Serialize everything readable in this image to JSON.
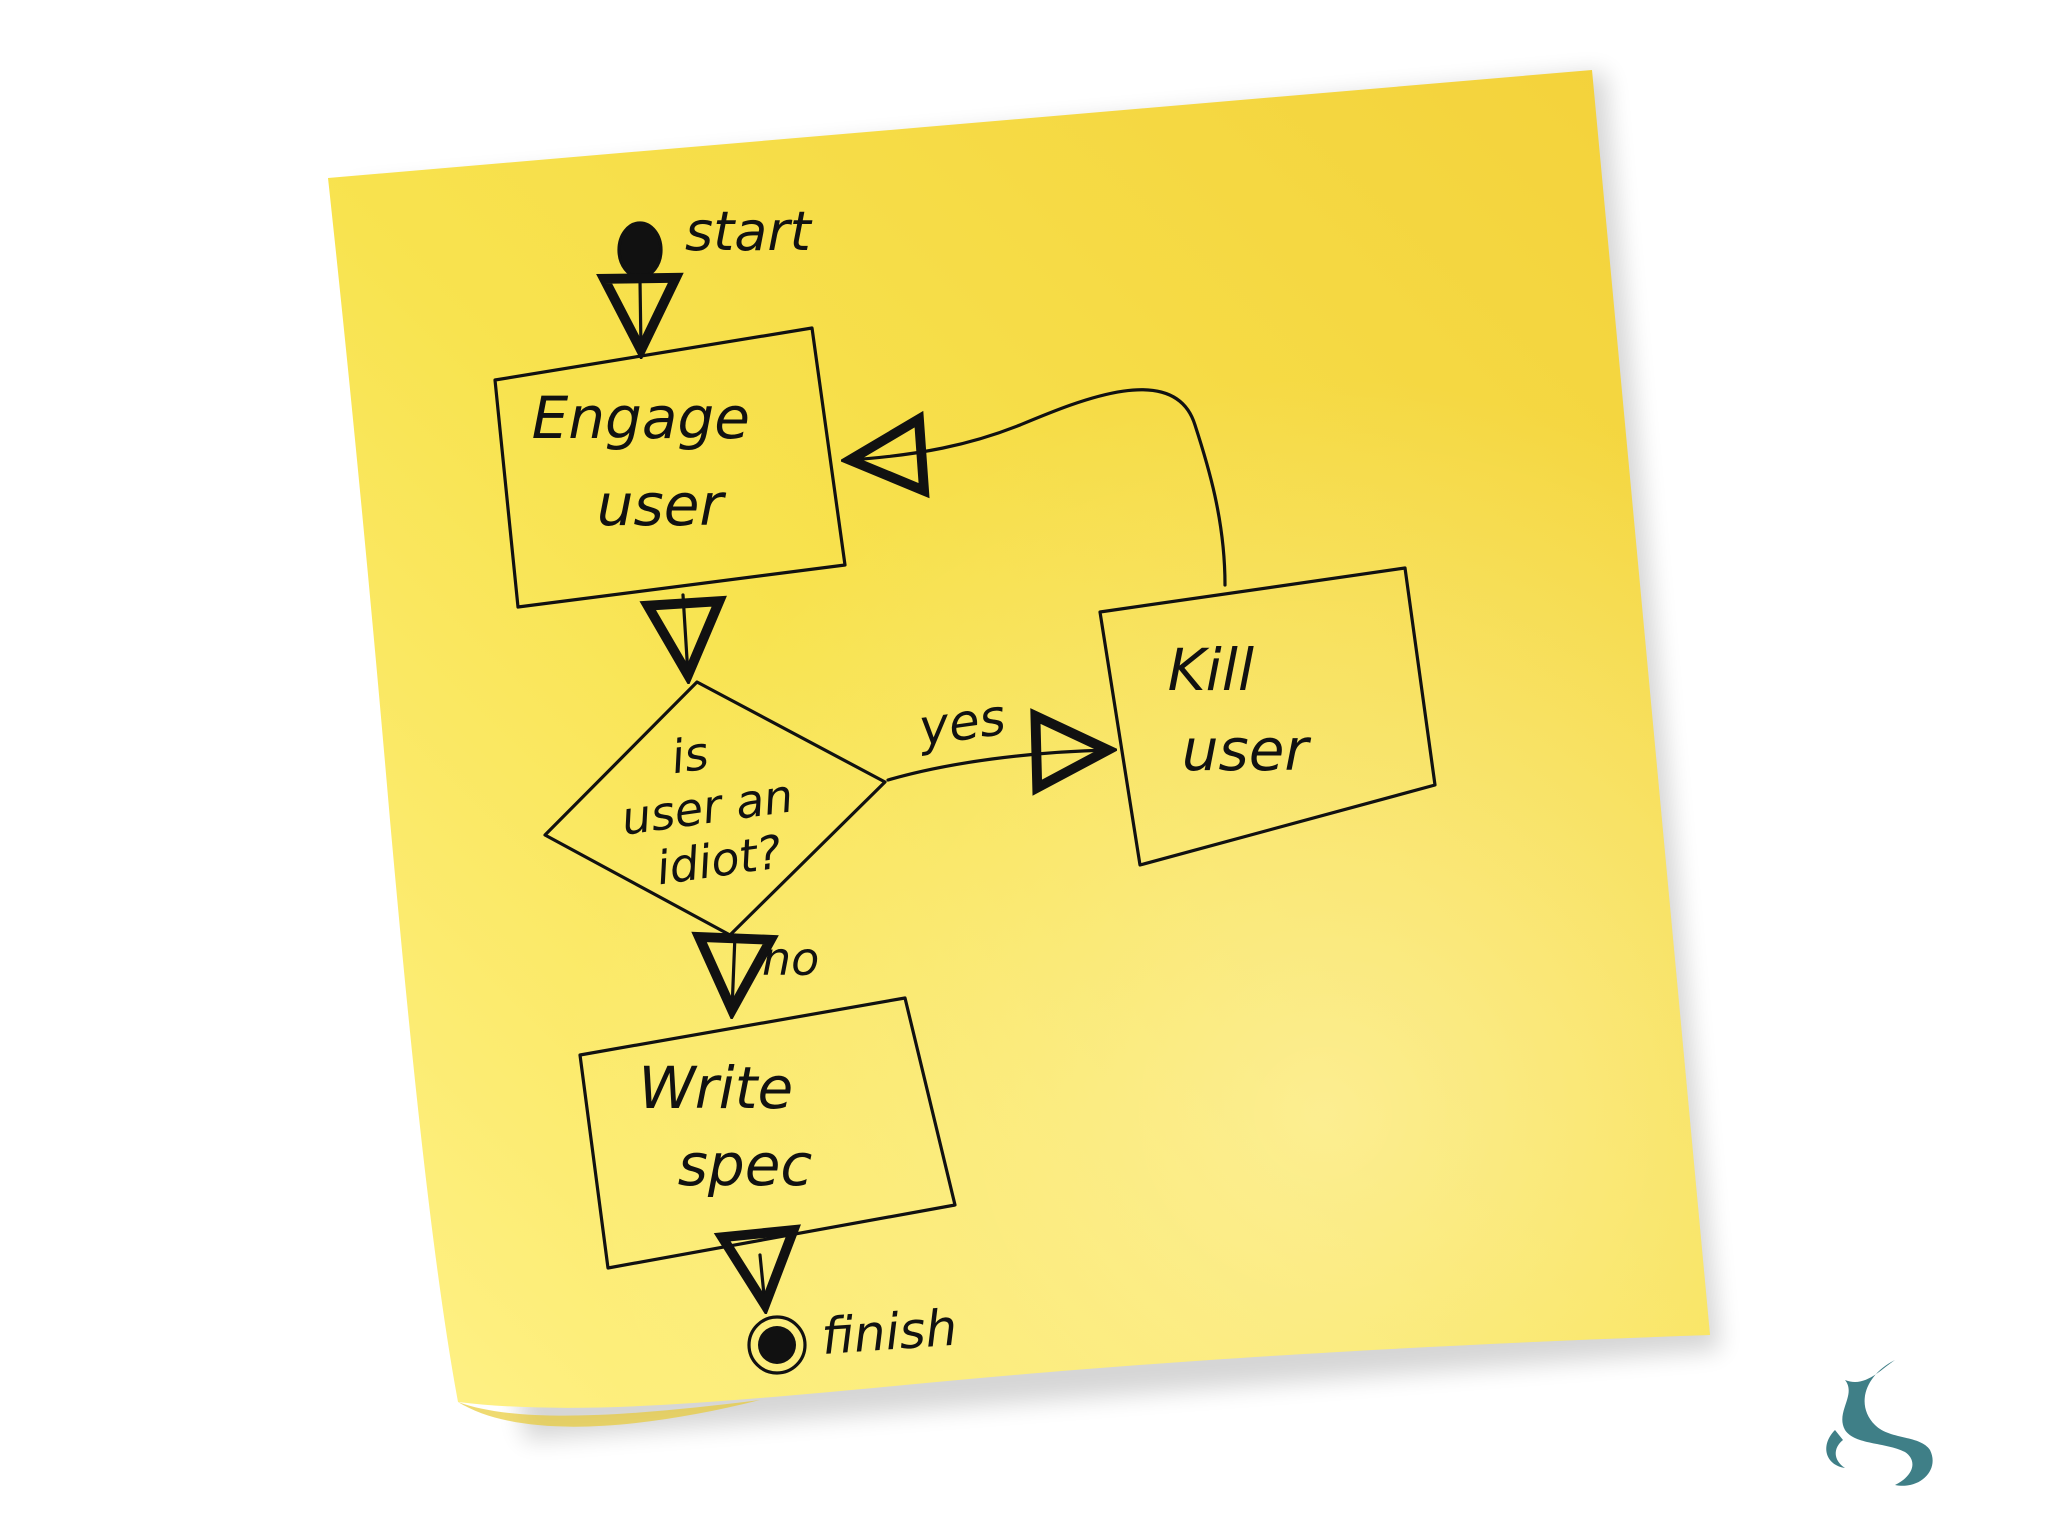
{
  "diagram": {
    "nodes": {
      "start": {
        "label": "start"
      },
      "engage": {
        "label_lines": [
          "Engage",
          "user"
        ]
      },
      "decision": {
        "label_lines": [
          "is",
          "user an",
          "idiot?"
        ]
      },
      "kill": {
        "label_lines": [
          "Kill",
          "user"
        ]
      },
      "write": {
        "label_lines": [
          "Write",
          "spec"
        ]
      },
      "finish": {
        "label": "finish"
      }
    },
    "edges": {
      "yes_label": "yes",
      "no_label": "no"
    }
  },
  "colors": {
    "note_yellow": "#f6dc45",
    "note_light": "#fbea7a",
    "ink": "#111111",
    "logo_teal": "#3f7f87"
  },
  "icons": {
    "logo": "swirl-logo-icon"
  }
}
